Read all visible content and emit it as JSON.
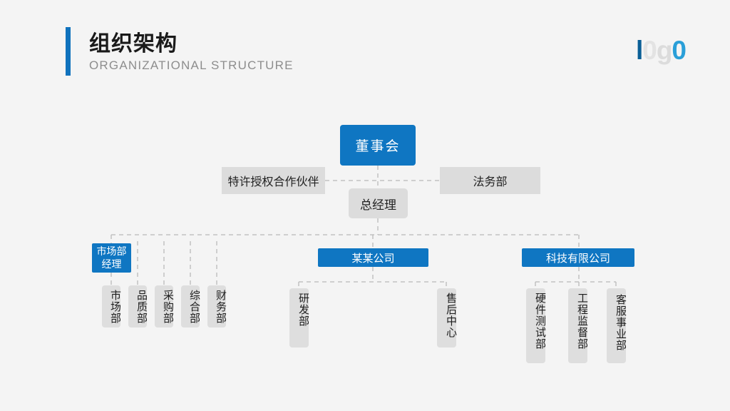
{
  "header": {
    "title_cn": "组织架构",
    "title_en": "ORGANIZATIONAL STRUCTURE",
    "accent_color": "#1072bd"
  },
  "logo": {
    "part1": "l",
    "part2": "0",
    "part3": "g",
    "part4": "0",
    "colors": [
      "#0a5f96",
      "#e3e3e3",
      "#dcdcdc",
      "#2a9fd8"
    ]
  },
  "theme": {
    "background": "#f4f4f4",
    "blue": "#0f76c2",
    "gray_box": "#dcdcdc",
    "chip_gray": "#dedede",
    "line": "#b9b9b9"
  },
  "chart_data": {
    "type": "diagram",
    "title": "组织架构",
    "subtitle": "ORGANIZATIONAL STRUCTURE",
    "nodes": [
      {
        "id": "board",
        "label": "董事会",
        "style": "blue",
        "level": 0
      },
      {
        "id": "franchise",
        "label": "特许授权合作伙伴",
        "style": "gray",
        "level": 1
      },
      {
        "id": "legal",
        "label": "法务部",
        "style": "gray",
        "level": 1
      },
      {
        "id": "gm",
        "label": "总经理",
        "style": "gray",
        "level": 1
      },
      {
        "id": "mkt_mgr",
        "label": "市场部经理",
        "style": "blue",
        "level": 2
      },
      {
        "id": "company_a",
        "label": "某某公司",
        "style": "blue",
        "level": 2
      },
      {
        "id": "company_b",
        "label": "科技有限公司",
        "style": "blue",
        "level": 2
      },
      {
        "id": "dept_mkt",
        "label": "市场部",
        "style": "chip",
        "level": 3
      },
      {
        "id": "dept_qa",
        "label": "品质部",
        "style": "chip",
        "level": 3
      },
      {
        "id": "dept_buy",
        "label": "采购部",
        "style": "chip",
        "level": 3
      },
      {
        "id": "dept_gen",
        "label": "综合部",
        "style": "chip",
        "level": 3
      },
      {
        "id": "dept_fin",
        "label": "财务部",
        "style": "chip",
        "level": 3
      },
      {
        "id": "dept_rd",
        "label": "研发部",
        "style": "chip",
        "level": 3
      },
      {
        "id": "dept_after",
        "label": "售后中心",
        "style": "chip",
        "level": 3
      },
      {
        "id": "dept_hwtest",
        "label": "硬件测试部",
        "style": "chip",
        "level": 3
      },
      {
        "id": "dept_engsup",
        "label": "工程监督部",
        "style": "chip",
        "level": 3
      },
      {
        "id": "dept_service",
        "label": "客服事业部",
        "style": "chip",
        "level": 3
      }
    ],
    "edges": [
      {
        "from": "board",
        "to": "gm"
      },
      {
        "from": "franchise",
        "to": "legal"
      },
      {
        "from": "gm",
        "to": "mkt_mgr"
      },
      {
        "from": "gm",
        "to": "company_a"
      },
      {
        "from": "gm",
        "to": "company_b"
      },
      {
        "from": "mkt_mgr",
        "to": "dept_mkt"
      },
      {
        "from": "mkt_mgr",
        "to": "dept_qa"
      },
      {
        "from": "mkt_mgr",
        "to": "dept_buy"
      },
      {
        "from": "mkt_mgr",
        "to": "dept_gen"
      },
      {
        "from": "mkt_mgr",
        "to": "dept_fin"
      },
      {
        "from": "company_a",
        "to": "dept_rd"
      },
      {
        "from": "company_a",
        "to": "dept_after"
      },
      {
        "from": "company_b",
        "to": "dept_hwtest"
      },
      {
        "from": "company_b",
        "to": "dept_engsup"
      },
      {
        "from": "company_b",
        "to": "dept_service"
      }
    ],
    "line_style": "dashed"
  }
}
